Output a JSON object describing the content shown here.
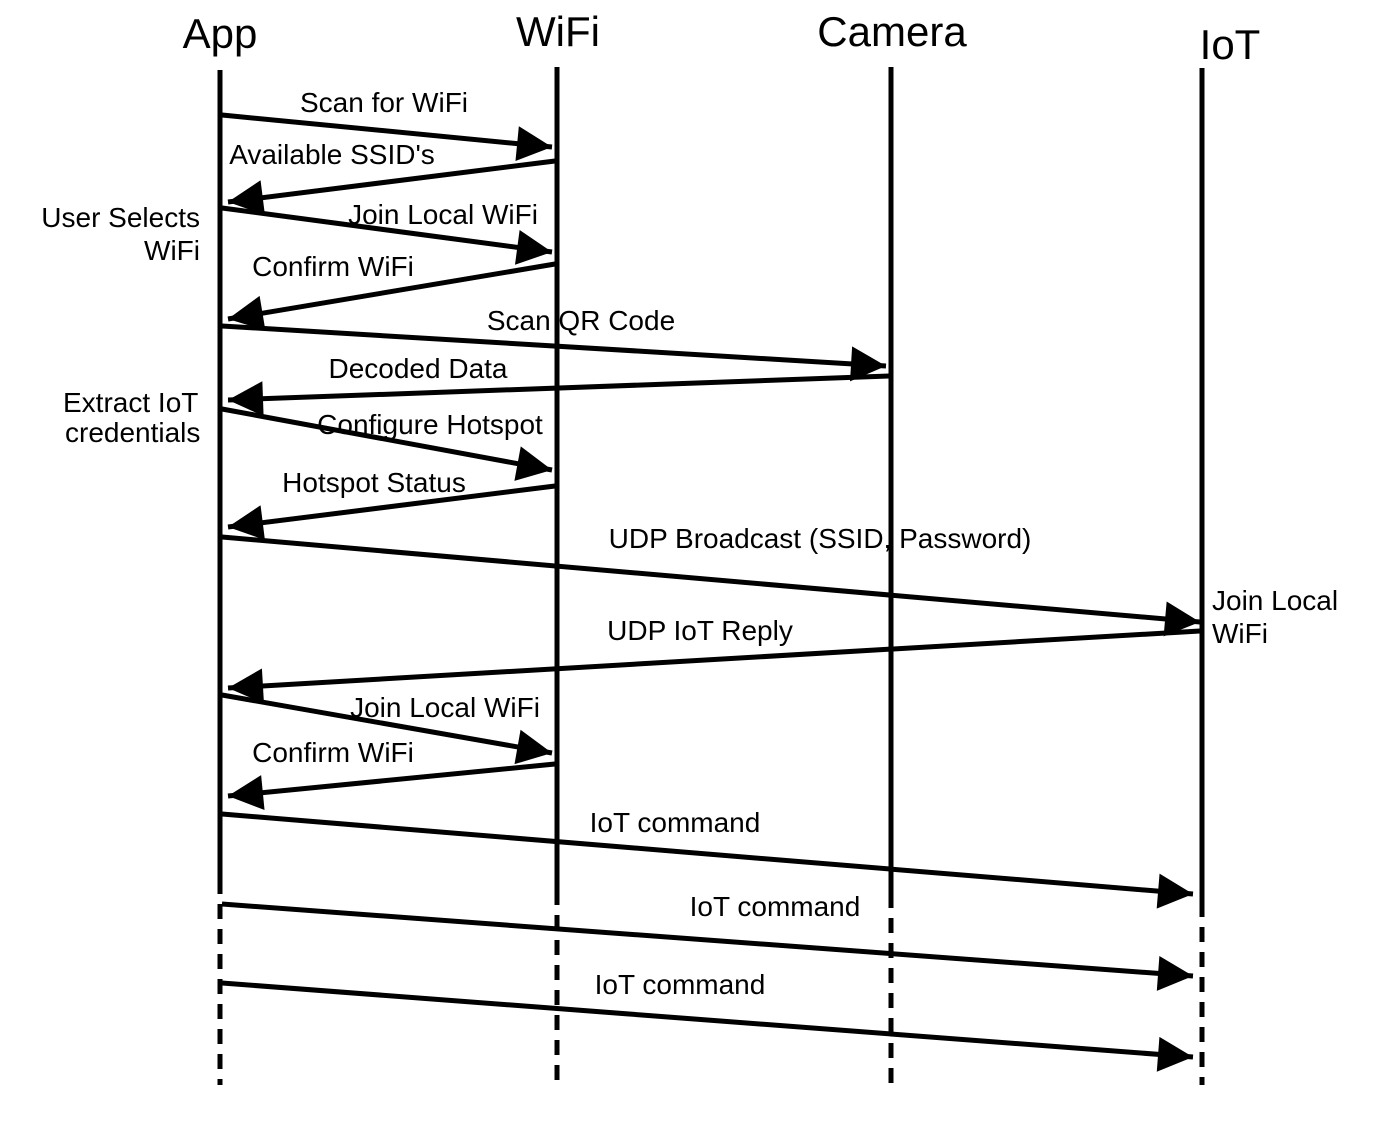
{
  "colors": {
    "background": "#ffffff",
    "line": "#000000",
    "text": "#000000"
  },
  "actors": [
    {
      "id": "app",
      "label": "App"
    },
    {
      "id": "wifi",
      "label": "WiFi"
    },
    {
      "id": "camera",
      "label": "Camera"
    },
    {
      "id": "iot",
      "label": "IoT"
    }
  ],
  "messages": [
    {
      "from": "App",
      "to": "WiFi",
      "label": "Scan for WiFi"
    },
    {
      "from": "WiFi",
      "to": "App",
      "label": "Available SSID's"
    },
    {
      "from": "App",
      "to": "WiFi",
      "label": "Join Local WiFi"
    },
    {
      "from": "WiFi",
      "to": "App",
      "label": "Confirm WiFi"
    },
    {
      "from": "App",
      "to": "Camera",
      "label": "Scan QR Code"
    },
    {
      "from": "Camera",
      "to": "App",
      "label": "Decoded Data"
    },
    {
      "from": "App",
      "to": "WiFi",
      "label": "Configure Hotspot"
    },
    {
      "from": "WiFi",
      "to": "App",
      "label": "Hotspot Status"
    },
    {
      "from": "App",
      "to": "IoT",
      "label": "UDP Broadcast (SSID, Password)"
    },
    {
      "from": "IoT",
      "to": "App",
      "label": "UDP IoT Reply"
    },
    {
      "from": "App",
      "to": "WiFi",
      "label": "Join Local WiFi"
    },
    {
      "from": "WiFi",
      "to": "App",
      "label": "Confirm WiFi"
    },
    {
      "from": "App",
      "to": "IoT",
      "label": "IoT command"
    },
    {
      "from": "App",
      "to": "IoT",
      "label": "IoT command"
    },
    {
      "from": "App",
      "to": "IoT",
      "label": "IoT command"
    }
  ],
  "notes": [
    {
      "position": "left-of-app",
      "lines": [
        "User Selects",
        "WiFi"
      ]
    },
    {
      "position": "left-of-app",
      "lines": [
        "Extract IoT",
        "credentials"
      ]
    },
    {
      "position": "right-of-iot",
      "lines": [
        "Join Local",
        "WiFi"
      ]
    }
  ]
}
